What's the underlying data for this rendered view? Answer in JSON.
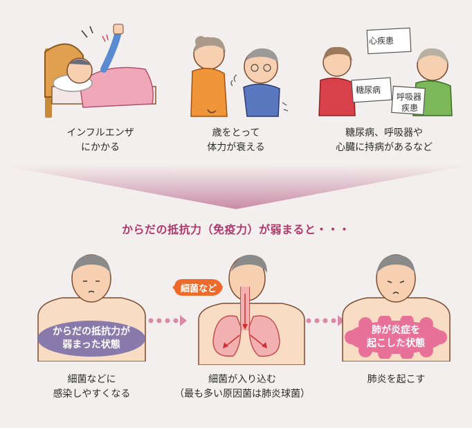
{
  "causes": [
    {
      "caption": "インフルエンザ\nにかかる"
    },
    {
      "caption": "歳をとって\n体力が衰える"
    },
    {
      "caption": "糖尿病、呼吸器や\n心臓に持病があるなど"
    }
  ],
  "signs": {
    "heart": "心疾患",
    "diabetes": "糖尿病",
    "respiratory_1": "呼吸器",
    "respiratory_2": "疾患"
  },
  "headline": "からだの抵抗力（免疫力）が弱まると・・・",
  "stages": [
    {
      "oval": "からだの抵抗力が\n弱まった状態",
      "caption": "細菌などに\n感染しやすくなる"
    },
    {
      "tag": "細菌など",
      "caption": "細菌が入り込む\n（最も多い原因菌は肺炎球菌）"
    },
    {
      "oval": "肺が炎症を\n起こした状態",
      "caption": "肺炎を起こす"
    }
  ],
  "colors": {
    "accent": "#b0376a",
    "funnel": "#c98ba5",
    "oval_purple": "#7b6fa8",
    "oval_pink": "#e8719a",
    "tag_orange": "#ee6a2a",
    "arrow_pink": "#d98aa8"
  }
}
